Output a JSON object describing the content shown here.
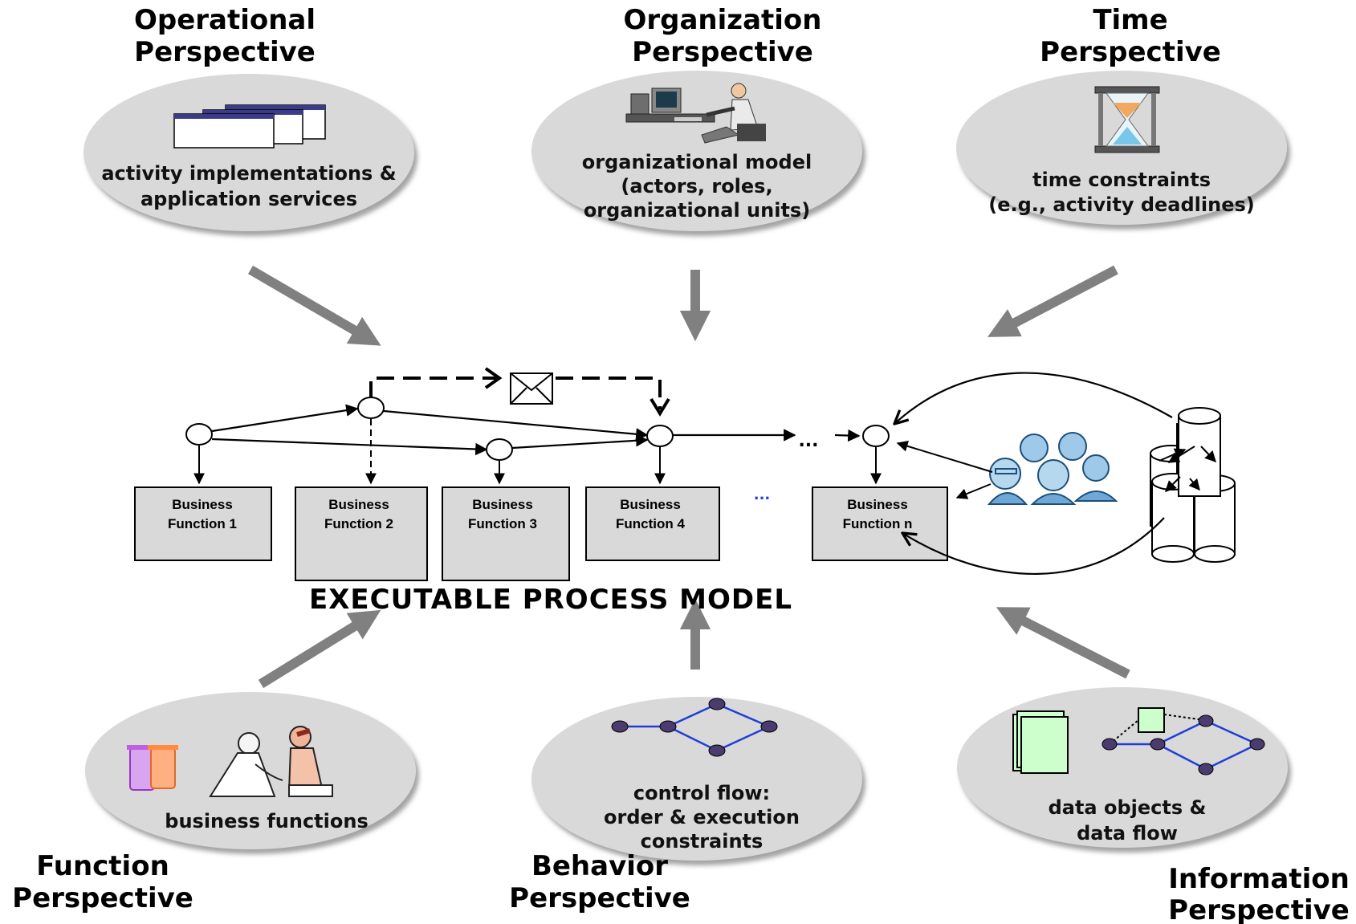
{
  "perspectives": {
    "operational": {
      "title_line1": "Operational",
      "title_line2": "Perspective",
      "text_line1": "activity implementations &",
      "text_line2": "application services",
      "icon": "stacked-windows-icon"
    },
    "organization": {
      "title_line1": "Organization",
      "title_line2": "Perspective",
      "text_line1": "organizational model",
      "text_line2": "(actors, roles,",
      "text_line3": "organizational units)",
      "icon": "person-at-computer-icon"
    },
    "time": {
      "title_line1": "Time",
      "title_line2": "Perspective",
      "text_line1": "time constraints",
      "text_line2": "(e.g., activity deadlines)",
      "icon": "hourglass-icon"
    },
    "function": {
      "title_line1": "Function",
      "title_line2": "Perspective",
      "text_line1": "business functions",
      "icon": "doctor-patient-icon"
    },
    "behavior": {
      "title_line1": "Behavior",
      "title_line2": "Perspective",
      "text_line1": "control flow:",
      "text_line2": "order & execution",
      "text_line3": "constraints",
      "icon": "control-flow-graph-icon"
    },
    "information": {
      "title_line1": "Information",
      "title_line2": "Perspective",
      "text_line1": "data objects &",
      "text_line2": "data flow",
      "icon": "data-objects-graph-icon"
    }
  },
  "process_model": {
    "title": "EXECUTABLE  PROCESS  MODEL",
    "ellipsis_top": "...",
    "ellipsis_boxes": "...",
    "functions": [
      {
        "line1": "Business",
        "line2": "Function  1"
      },
      {
        "line1": "Business",
        "line2": "Function  2"
      },
      {
        "line1": "Business",
        "line2": "Function  3"
      },
      {
        "line1": "Business",
        "line2": "Function  4"
      },
      {
        "line1": "Business",
        "line2": "Function  n"
      }
    ],
    "icons": [
      "envelope-icon",
      "people-group-icon",
      "database-cylinders-icon"
    ]
  },
  "colors": {
    "ellipse_fill": "#d9d9d9",
    "box_fill": "#d9d9d9",
    "arrow_gray": "#808080",
    "graph_edge": "#1f3fd8",
    "graph_node": "#4a3c6e",
    "data_object": "#ccffcc"
  }
}
